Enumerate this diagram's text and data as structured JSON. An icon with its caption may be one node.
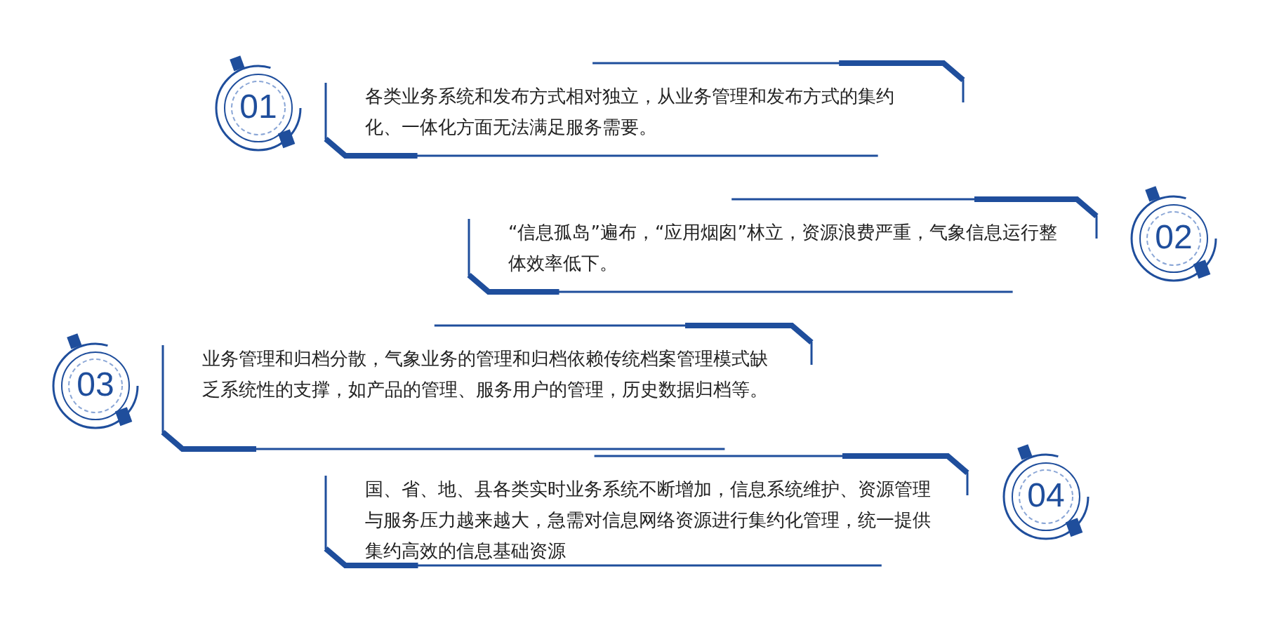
{
  "diagram": {
    "nodes": [
      {
        "text": [
          "01"
        ]
      },
      {
        "text": [
          "各类业务系统和发布方式相对独立，从业务管理和发布方式的集约化、一体化方面无法满足服务需要。"
        ]
      },
      {
        "text": [
          "“信息孤岛”遍布，“应用烟囱”林立，资源浪费严重，气象信息运行整体效率低下。"
        ]
      },
      {
        "text": [
          "02"
        ]
      },
      {
        "text": [
          "03"
        ]
      },
      {
        "text": [
          "业务管理和归档分散，气象业务的管理和归档依赖传统档案管理模式缺乏系统性的支撑，如产品的管理、服务用户的管理，历史数据归档等。"
        ]
      },
      {
        "text": [
          "国、省、地、县各类实时业务系统不断增加，信息系统维护、资源管理与服务压力越来越大，急需对信息网络资源进行集约化管理，统一提供集约高效的信息基础资源"
        ]
      },
      {
        "text": [
          "04"
        ]
      }
    ],
    "edges": []
  }
}
